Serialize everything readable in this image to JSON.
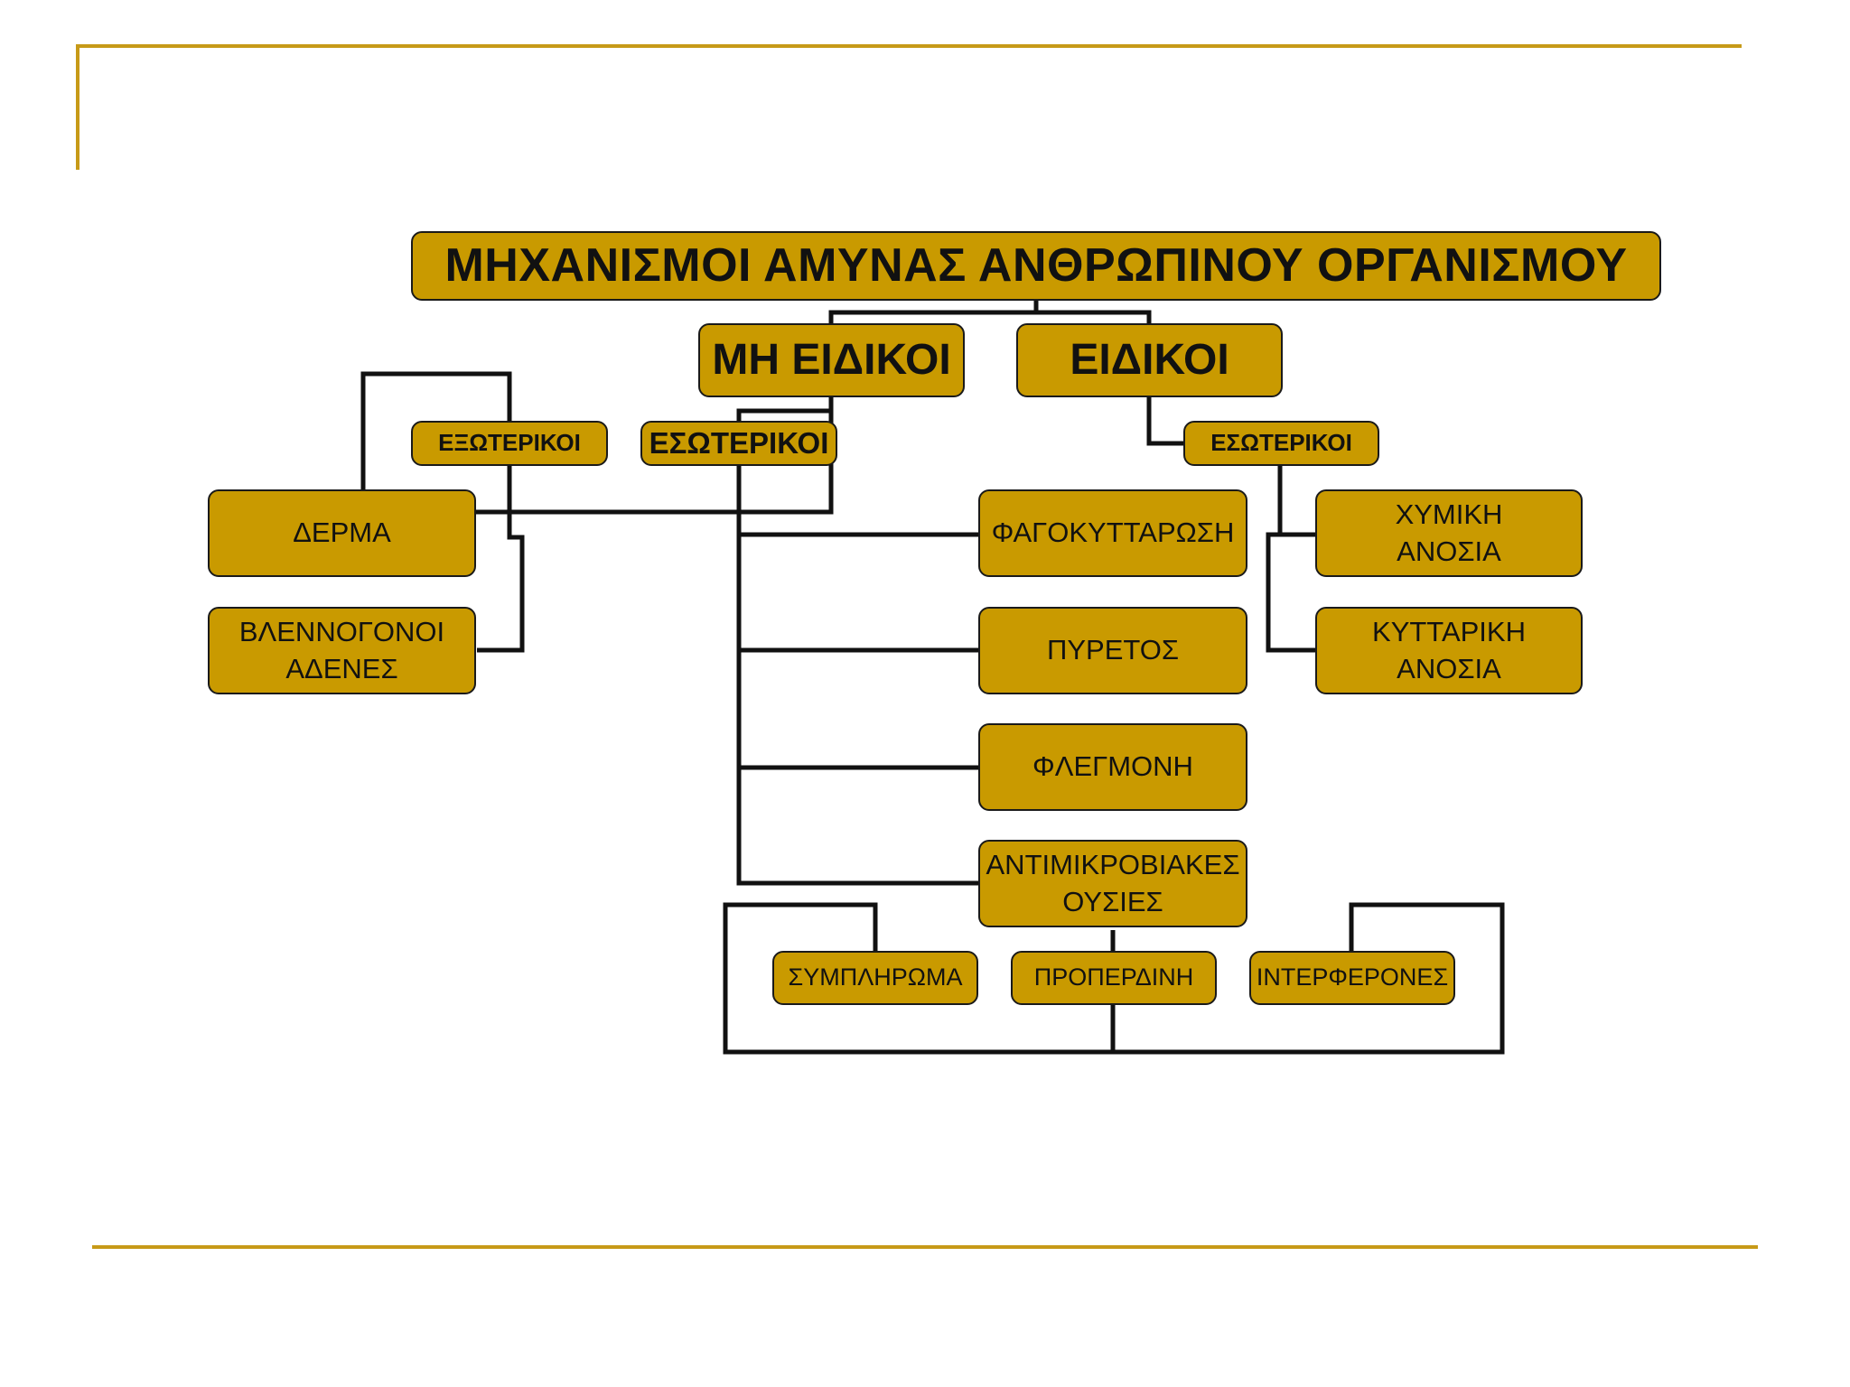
{
  "colors": {
    "accent_rule": "#c79a18",
    "box_fill": "#c99a00",
    "stroke": "#111111"
  },
  "diagram": {
    "title": "ΜΗΧΑΝΙΣΜΟΙ ΑΜΥΝΑΣ ΑΝΘΡΩΠΙΝΟΥ ΟΡΓΑΝΙΣΜΟΥ",
    "non_specific": "ΜΗ ΕΙΔΙΚΟΙ",
    "specific": "ΕΙΔΙΚΟΙ",
    "external": "ΕΞΩΤΕΡΙΚΟΙ",
    "internal_non_specific": "ΕΣΩΤΕΡΙΚΟΙ",
    "internal_specific": "ΕΣΩΤΕΡΙΚΟΙ",
    "skin": "ΔΕΡΜΑ",
    "mucous_glands": "ΒΛΕΝΝΟΓΟΝΟΙ\nΑΔΕΝΕΣ",
    "phagocytosis": "ΦΑΓΟΚΥΤΤΑΡΩΣΗ",
    "fever": "ΠΥΡΕΤΟΣ",
    "inflammation": "ΦΛΕΓΜΟΝΗ",
    "antimicrobial": "ΑΝΤΙΜΙΚΡΟΒΙΑΚΕΣ\nΟΥΣΙΕΣ",
    "complement": "ΣΥΜΠΛΗΡΩΜΑ",
    "properdin": "ΠΡΟΠΕΡΔΙΝΗ",
    "interferons": "ΙΝΤΕΡΦΕΡΟΝΕΣ",
    "chemical_immunity": "ΧΥΜΙΚΗ\nΑΝΟΣΙΑ",
    "cellular_immunity": "ΚΥΤΤΑΡΙΚΗ\nΑΝΟΣΙΑ"
  }
}
